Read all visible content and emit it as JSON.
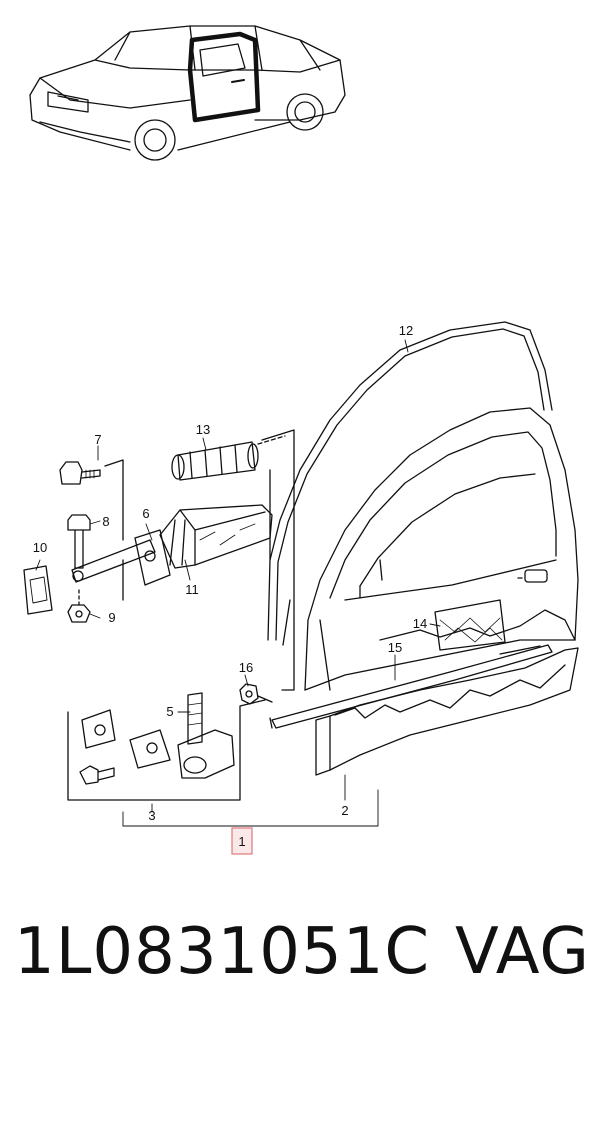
{
  "car_thumbnail": {
    "icon": "car-sedan-door-highlight-icon"
  },
  "callouts": [
    {
      "id": "c1",
      "label": "1",
      "highlighted": true
    },
    {
      "id": "c2",
      "label": "2"
    },
    {
      "id": "c3",
      "label": "3"
    },
    {
      "id": "c5",
      "label": "5"
    },
    {
      "id": "c6",
      "label": "6"
    },
    {
      "id": "c7",
      "label": "7"
    },
    {
      "id": "c8",
      "label": "8"
    },
    {
      "id": "c9",
      "label": "9"
    },
    {
      "id": "c10",
      "label": "10"
    },
    {
      "id": "c11",
      "label": "11"
    },
    {
      "id": "c12",
      "label": "12"
    },
    {
      "id": "c13",
      "label": "13"
    },
    {
      "id": "c14",
      "label": "14"
    },
    {
      "id": "c15",
      "label": "15"
    },
    {
      "id": "c16",
      "label": "16"
    }
  ],
  "highlight_color": "#e07a7a",
  "part_number": "1L0831051C",
  "brand": "VAG"
}
